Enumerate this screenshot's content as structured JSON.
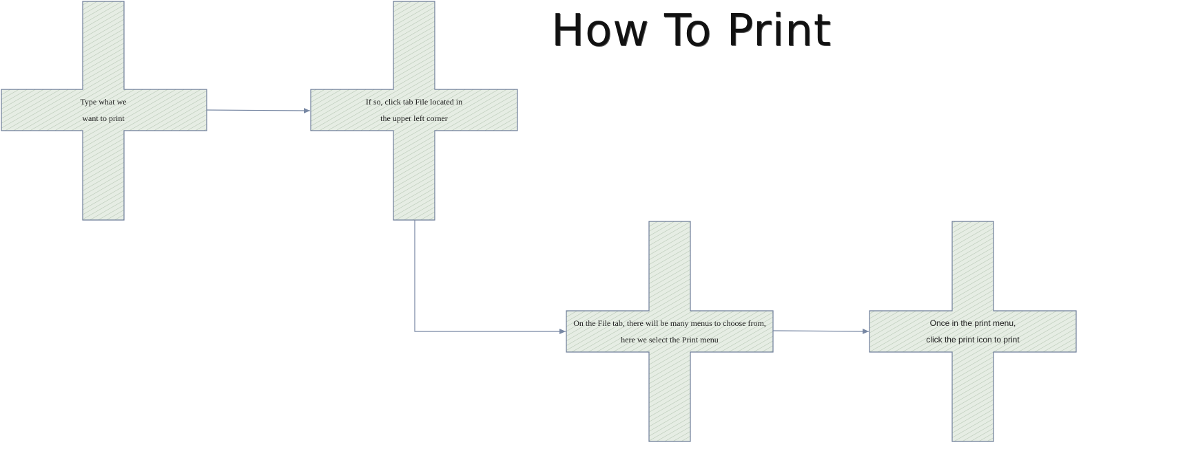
{
  "title": "How To Print",
  "colors": {
    "shape_fill": "#c9d8c9",
    "shape_stroke": "#6d7d99",
    "connector": "#7787a3",
    "background": "#ffffff"
  },
  "nodes": [
    {
      "id": "step-1",
      "lines": [
        "Type what we",
        "want to print"
      ]
    },
    {
      "id": "step-2",
      "lines": [
        "If so, click tab File located in",
        "the upper left corner"
      ]
    },
    {
      "id": "step-3",
      "lines": [
        "On the File tab, there will be many menus to choose from,",
        "here we select the Print menu"
      ]
    },
    {
      "id": "step-4",
      "lines": [
        "Once in the print menu,",
        "click the print icon to print"
      ]
    }
  ],
  "edges": [
    {
      "from": "step-1",
      "to": "step-2"
    },
    {
      "from": "step-2",
      "to": "step-3"
    },
    {
      "from": "step-3",
      "to": "step-4"
    }
  ]
}
